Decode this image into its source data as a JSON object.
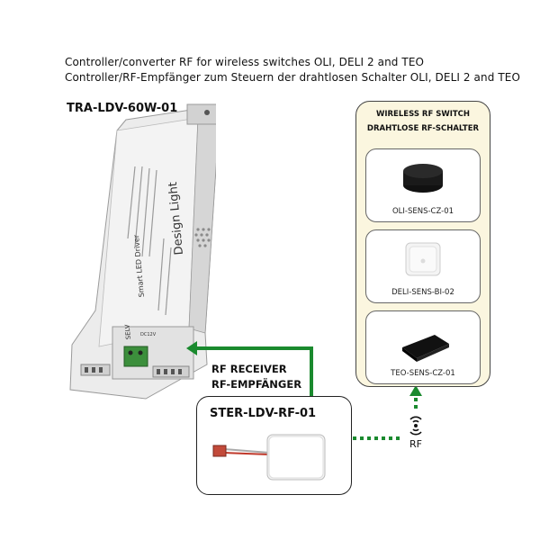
{
  "header": {
    "line1": "Controller/converter RF for wireless switches OLI, DELI 2 and TEO",
    "line2": "Controller/RF-Empfänger zum Steuern der drahtlosen Schalter OLI, DELI 2 and TEO"
  },
  "driver": {
    "model": "TRA-LDV-60W-01",
    "brand": "Design Light",
    "product_label": "Smart LED Driver",
    "selv": "SELV",
    "dc_label": "DC12V"
  },
  "receiver": {
    "label_en": "RF RECEIVER",
    "label_de": "RF-EMPFÄNGER",
    "model": "STER-LDV-RF-01"
  },
  "switch_panel": {
    "title_en": "WIRELESS RF SWITCH",
    "title_de": "DRAHTLOSE RF-SCHALTER",
    "items": [
      {
        "label": "OLI-SENS-CZ-01"
      },
      {
        "label": "DELI-SENS-BI-02"
      },
      {
        "label": "TEO-SENS-CZ-01"
      }
    ]
  },
  "signal": {
    "label": "RF"
  },
  "colors": {
    "arrow": "#1a8a2e",
    "panel_bg": "#fbf6df",
    "device": "#e9e9e9"
  }
}
